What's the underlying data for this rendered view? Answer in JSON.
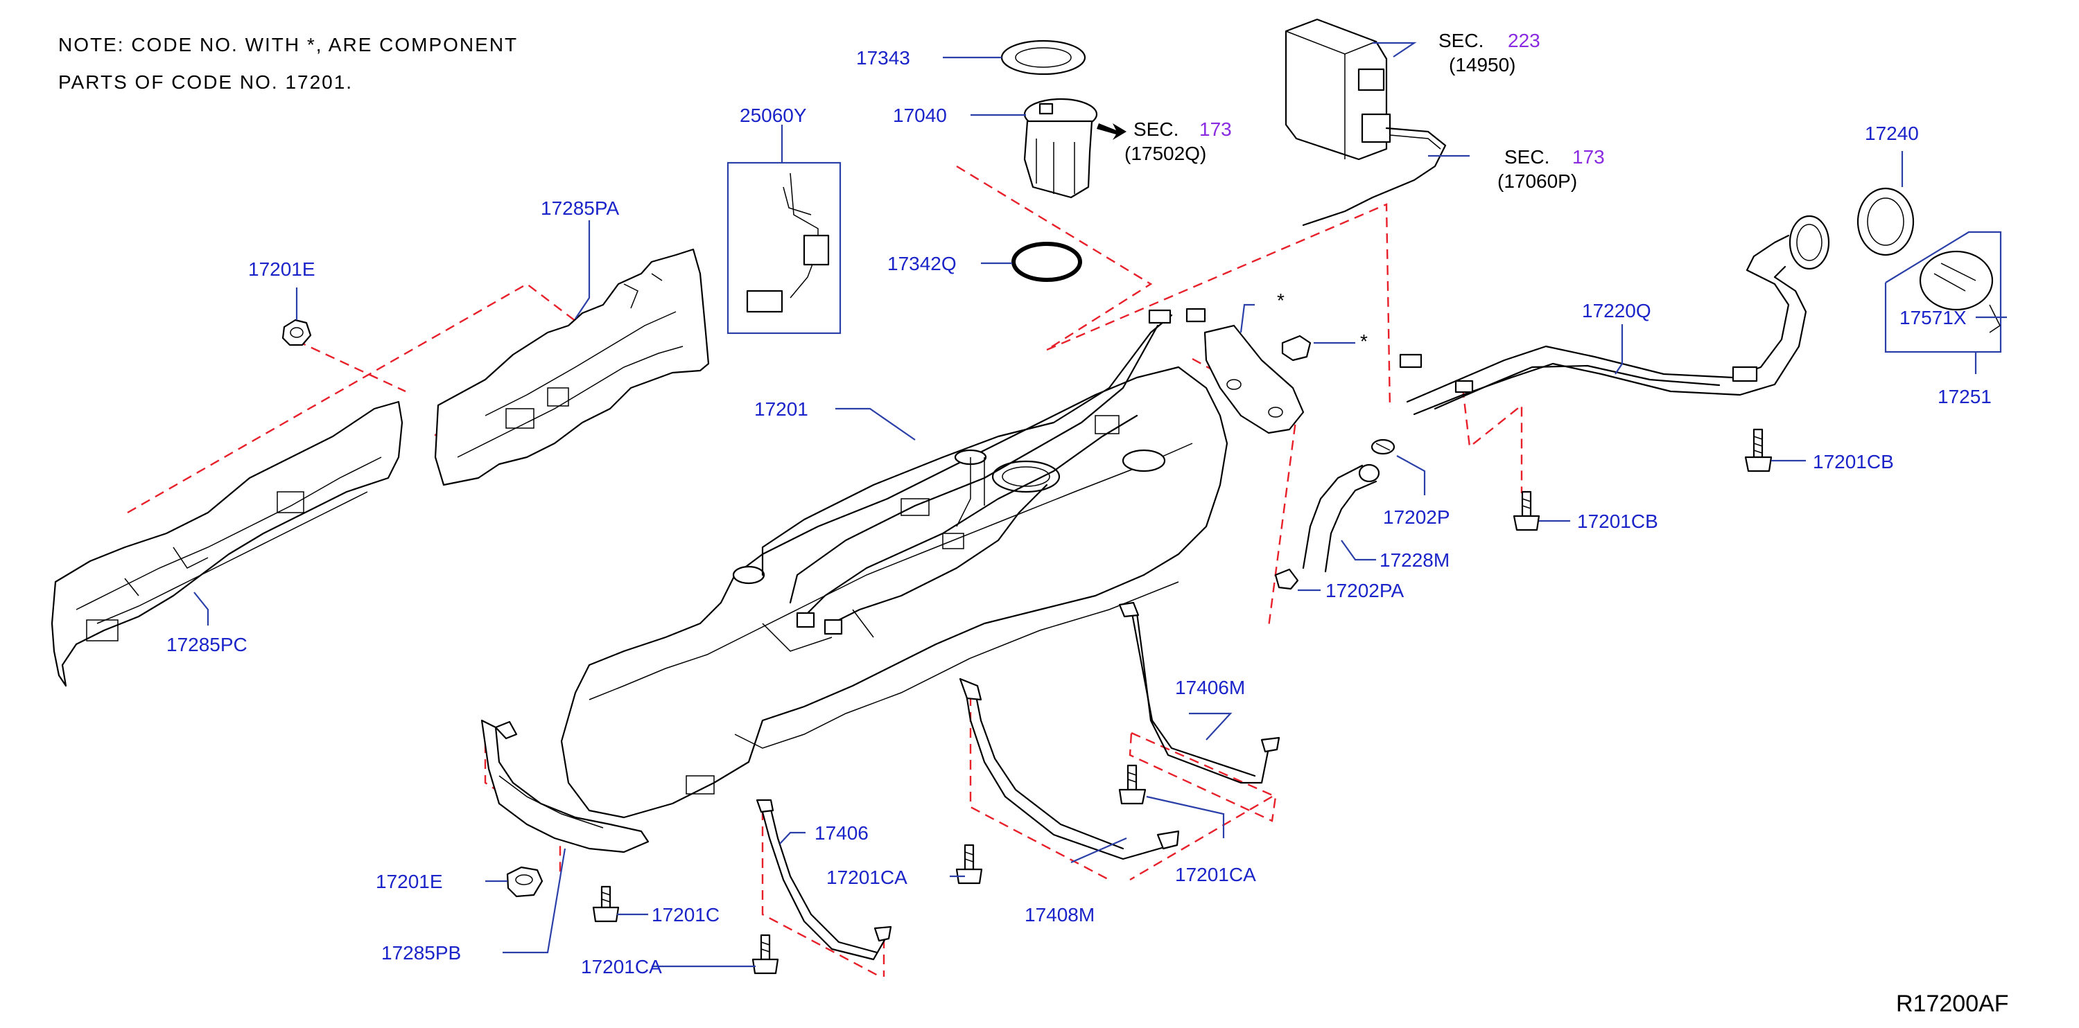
{
  "note": {
    "line1": "NOTE:  CODE  NO.  WITH  *,  ARE  COMPONENT",
    "line2": "PARTS  OF  CODE  NO.  17201."
  },
  "labels": {
    "p17343": "17343",
    "p17040": "17040",
    "p25060Y": "25060Y",
    "p17342Q": "17342Q",
    "p17285PA": "17285PA",
    "p17201E_top": "17201E",
    "p17201": "17201",
    "p17285PC": "17285PC",
    "p17240": "17240",
    "p17220Q": "17220Q",
    "p17571X": "17571X",
    "p17251": "17251",
    "p17201CB_right": "17201CB",
    "p17201CB_mid": "17201CB",
    "p17202P": "17202P",
    "p17228M": "17228M",
    "p17202PA": "17202PA",
    "p17406M": "17406M",
    "p17406": "17406",
    "p17201CA_left": "17201CA",
    "p17201CA_right": "17201CA",
    "p17201CA_bottom": "17201CA",
    "p17408M": "17408M",
    "p17201E_bottom": "17201E",
    "p17201C": "17201C",
    "p17285PB": "17285PB",
    "asterisk1": "*",
    "asterisk2": "*"
  },
  "sections": {
    "sec223": {
      "prefix": "SEC.",
      "num": "223",
      "ref": "(14950)"
    },
    "sec173a": {
      "prefix": "SEC.",
      "num": "173",
      "ref": "(17502Q)"
    },
    "sec173b": {
      "prefix": "SEC.",
      "num": "173",
      "ref": "(17060P)"
    }
  },
  "diagram_code": "R17200AF",
  "colors": {
    "label": "#1a24c8",
    "section_number": "#8a2be2",
    "leader": "#2a3fa8",
    "dashed": "#e8202a",
    "drawing": "#000000"
  }
}
